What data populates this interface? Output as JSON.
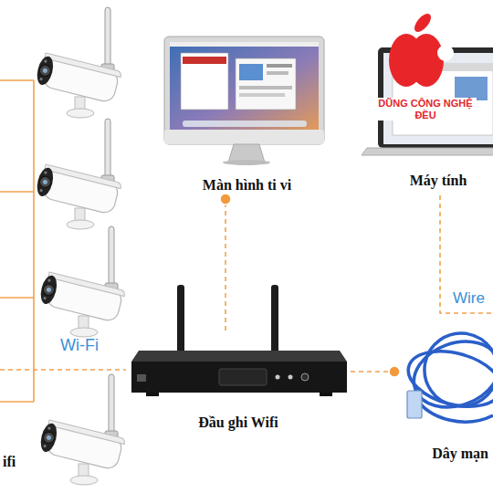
{
  "diagram": {
    "nodes": [
      {
        "text": [
          "Màn hình ti vi"
        ]
      },
      {
        "text": [
          "Máy tính"
        ]
      },
      {
        "text": [
          "Đầu ghi Wifi"
        ]
      },
      {
        "text": [
          "Dây mạn"
        ]
      }
    ],
    "edges": [
      {
        "from": 2,
        "to": 0,
        "arrow": "none"
      },
      {
        "from": 2,
        "to": 3,
        "arrow": "none"
      }
    ],
    "labels": [
      "DŨNG CÔNG NGHỆ ĐỀU",
      "Wire",
      "Wi-Fi",
      "ifi"
    ]
  }
}
